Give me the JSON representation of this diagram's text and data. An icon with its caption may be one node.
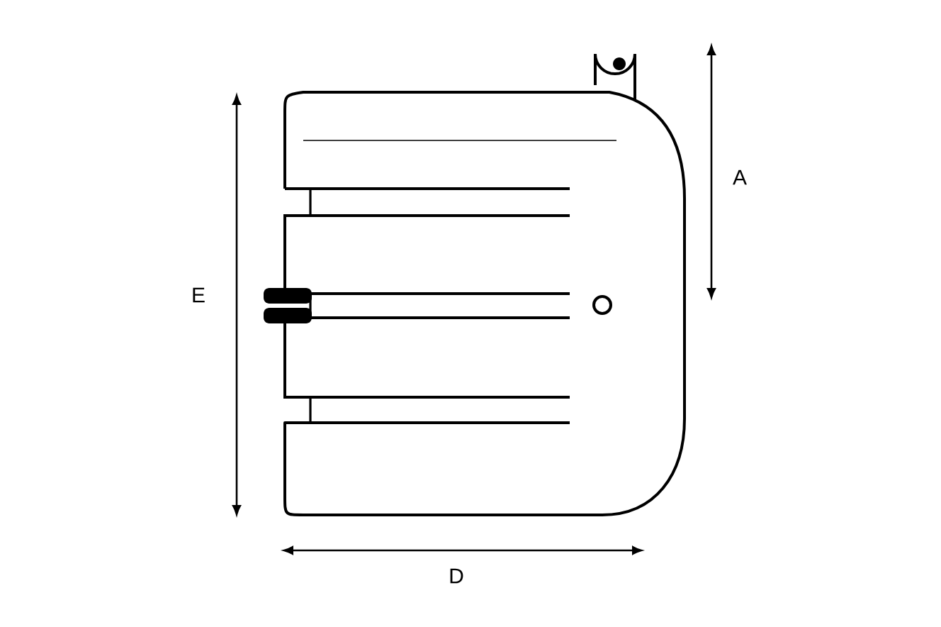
{
  "diagram": {
    "labels": [
      "A",
      "E",
      "D"
    ]
  }
}
